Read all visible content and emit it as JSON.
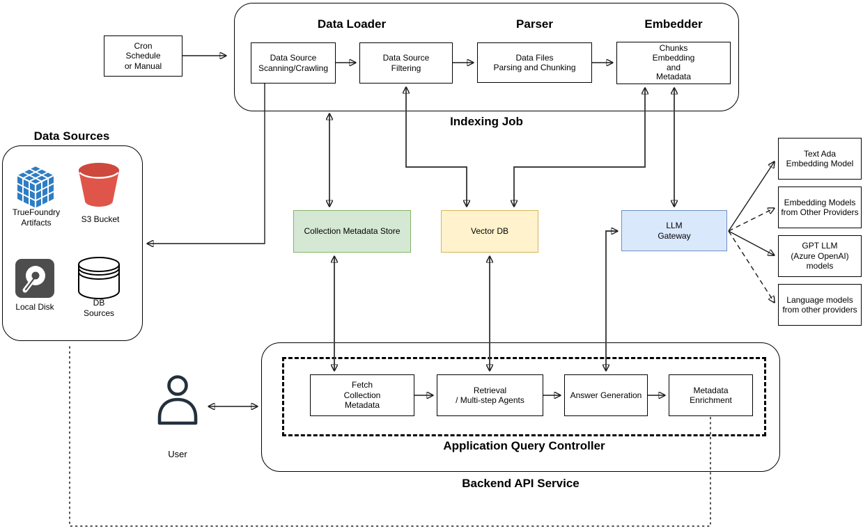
{
  "diagram": {
    "cron_box": "Cron\nSchedule\nor Manual",
    "indexing": {
      "label": "Indexing Job",
      "headings": {
        "data_loader": "Data Loader",
        "parser": "Parser",
        "embedder": "Embedder"
      },
      "boxes": {
        "scanning": "Data Source\nScanning/Crawling",
        "filtering": "Data Source\nFiltering",
        "parsing": "Data Files\nParsing and Chunking",
        "chunks": "Chunks\nEmbedding\nand\nMetadata"
      }
    },
    "data_sources": {
      "title": "Data Sources",
      "items": [
        {
          "icon": "truefoundry-cube-icon",
          "label": "TrueFoundry\nArtifacts"
        },
        {
          "icon": "s3-bucket-icon",
          "label": "S3 Bucket"
        },
        {
          "icon": "local-disk-icon",
          "label": "Local Disk"
        },
        {
          "icon": "db-cylinder-icon",
          "label": "DB\nSources"
        }
      ]
    },
    "stores": {
      "collection_metadata": {
        "label": "Collection Metadata Store"
      },
      "vector_db": {
        "label": "Vector DB"
      },
      "llm_gateway": {
        "label": "LLM\nGateway"
      }
    },
    "models": [
      {
        "label": "Text Ada\nEmbedding Model",
        "connector": "solid"
      },
      {
        "label": "Embedding Models\nfrom Other Providers",
        "connector": "dashed"
      },
      {
        "label": "GPT LLM\n(Azure OpenAI)\nmodels",
        "connector": "solid"
      },
      {
        "label": "Language models\nfrom other providers",
        "connector": "dashed"
      }
    ],
    "backend": {
      "service_label": "Backend API Service",
      "controller_label": "Application Query Controller",
      "steps": [
        "Fetch\nCollection\nMetadata",
        "Retrieval\n/ Multi-step Agents",
        "Answer Generation",
        "Metadata\nEnrichment"
      ]
    },
    "user_label": "User"
  },
  "palette": {
    "collection_metadata_fill": "#d5e8d4",
    "collection_metadata_stroke": "#82b366",
    "vector_db_fill": "#fff2cc",
    "vector_db_stroke": "#d6b656",
    "llm_gateway_fill": "#dae8fc",
    "llm_gateway_stroke": "#6c8ebf",
    "s3_bucket_red": "#DF5549",
    "s3_bucket_rim": "#CE483E",
    "cube_blue": "#2E7CC3",
    "disk_gray": "#4D4D4D",
    "user_navy": "#23303E"
  }
}
